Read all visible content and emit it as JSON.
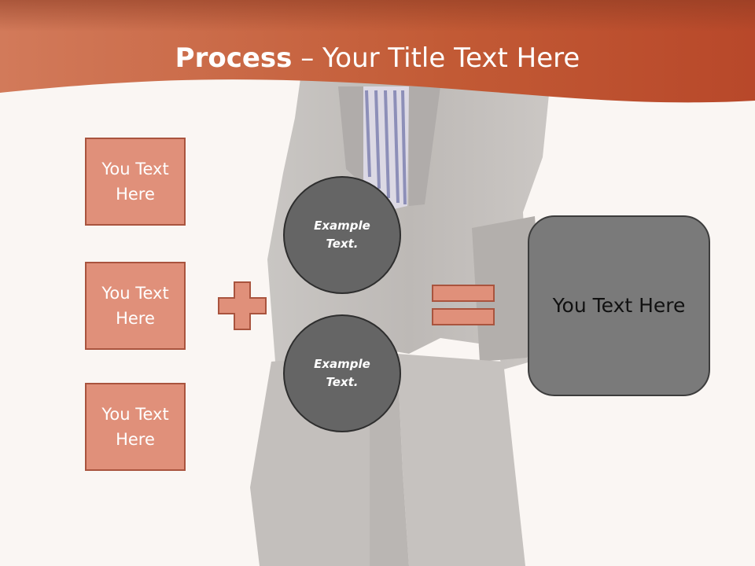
{
  "header": {
    "title_bold": "Process",
    "title_separator": " – ",
    "title_rest": "Your Title Text Here"
  },
  "left_boxes": [
    {
      "label": "You Text Here"
    },
    {
      "label": "You Text Here"
    },
    {
      "label": "You Text Here"
    }
  ],
  "circles": [
    {
      "label": "Example Text."
    },
    {
      "label": "Example Text."
    }
  ],
  "operators": {
    "plus_icon": "plus-icon",
    "equals_icon": "equals-icon"
  },
  "result": {
    "label": "You Text Here"
  },
  "colors": {
    "header": "#c65a36",
    "box_fill": "#e0907a",
    "box_border": "#a9543e",
    "circle_fill": "#656565",
    "result_fill": "#7a7a7a",
    "background": "#faf6f3"
  }
}
